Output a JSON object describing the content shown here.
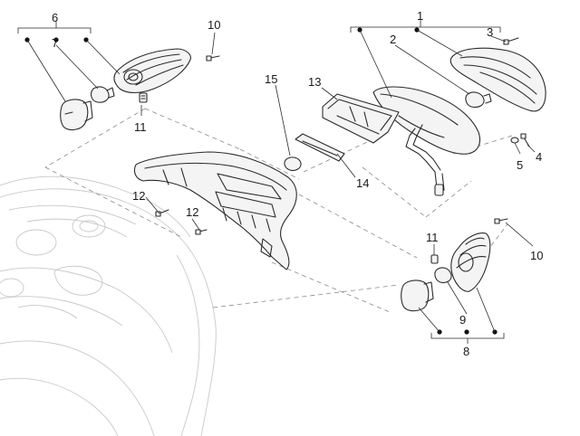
{
  "diagram": {
    "callouts": {
      "c1": "1",
      "c2": "2",
      "c3": "3",
      "c4": "4",
      "c5": "5",
      "c6": "6",
      "c7": "7",
      "c8": "8",
      "c9": "9",
      "c10a": "10",
      "c10b": "10",
      "c11a": "11",
      "c11b": "11",
      "c12a": "12",
      "c12b": "12",
      "c13": "13",
      "c14": "14",
      "c15": "15"
    }
  }
}
